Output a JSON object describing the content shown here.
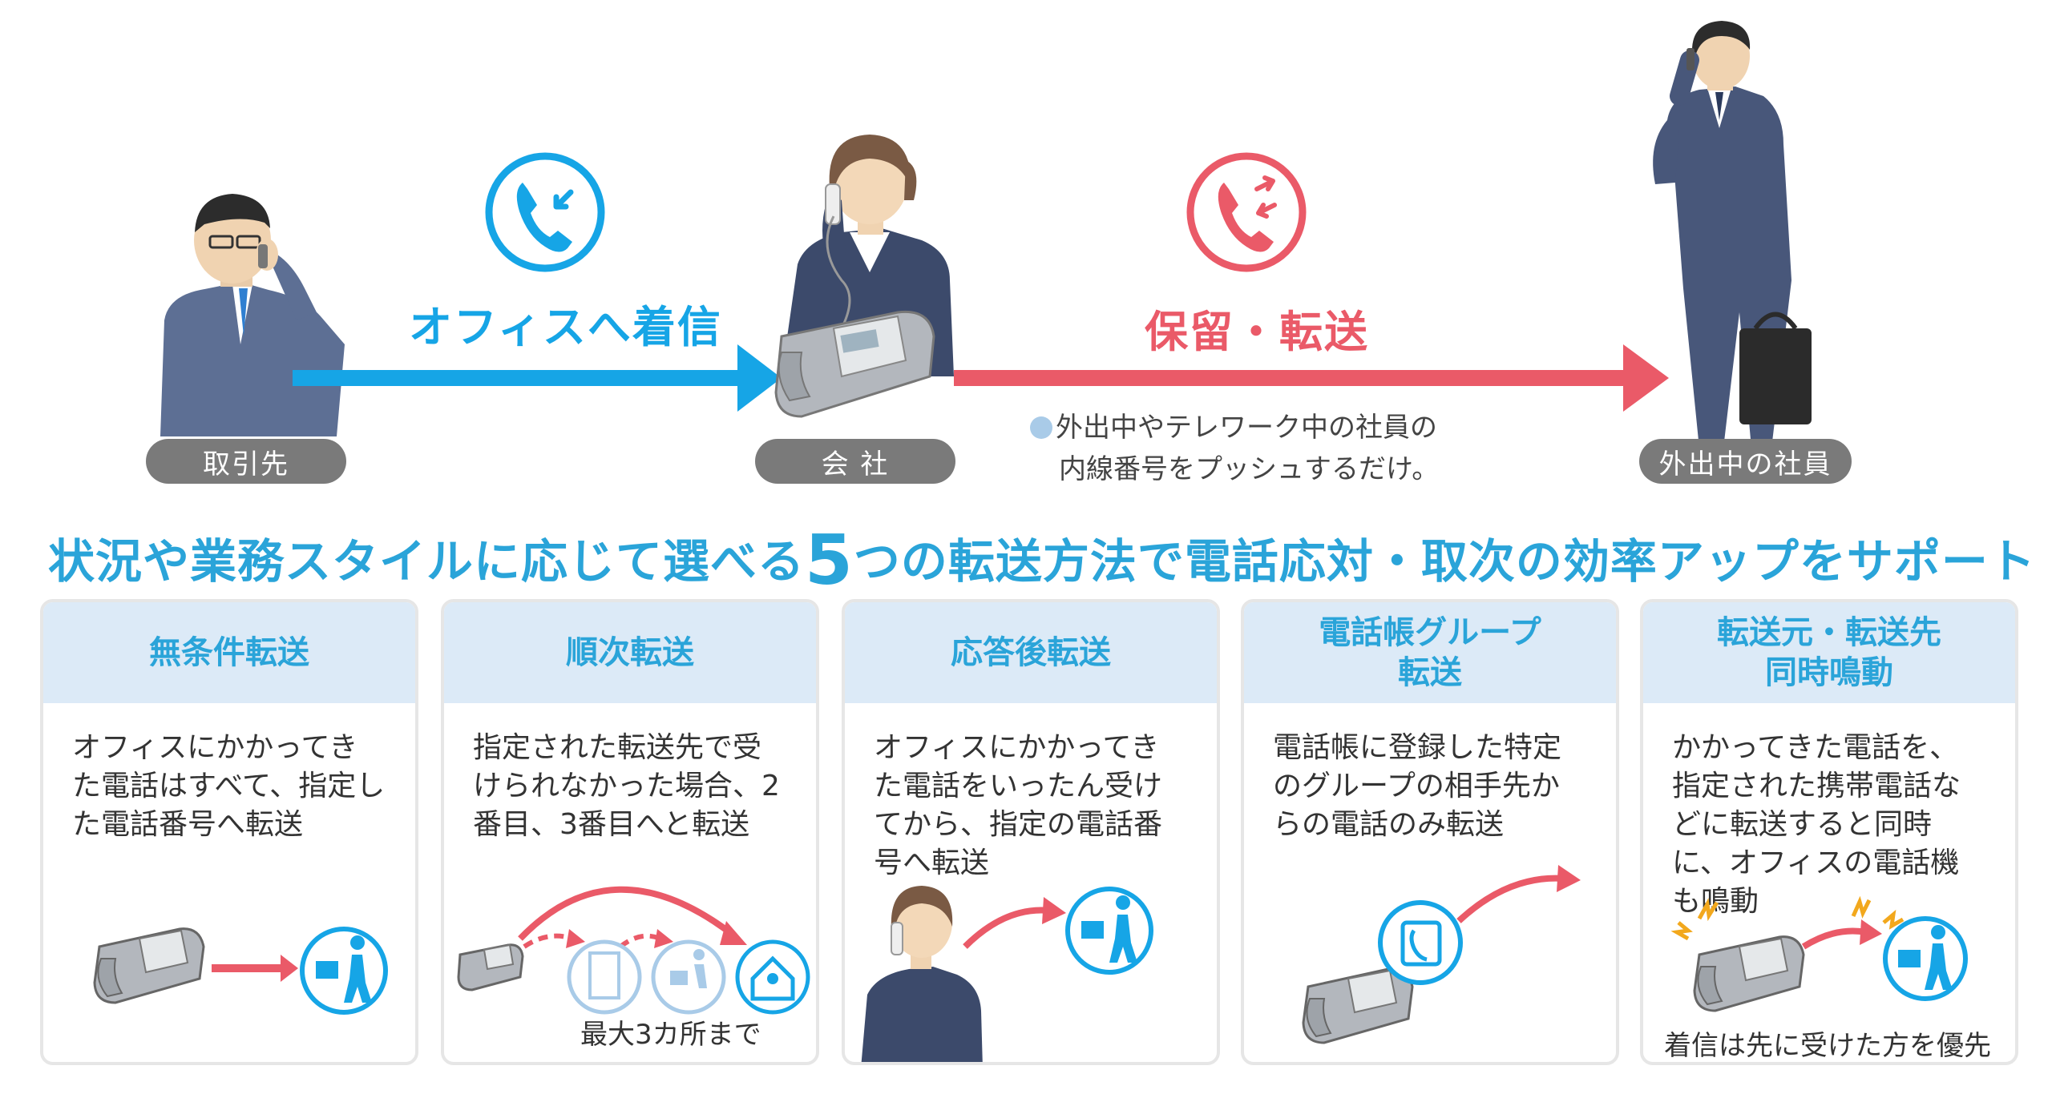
{
  "flow": {
    "step1_label": "取引先",
    "step2_label": "会 社",
    "step3_label": "外出中の社員",
    "arrow1_label": "オフィスへ着信",
    "arrow2_label": "保留・転送",
    "note_line1": "外出中やテレワーク中の社員の",
    "note_line2": "内線番号をプッシュするだけ。"
  },
  "headline": {
    "before": "状況や業務スタイルに応じて選べる",
    "number": "5",
    "after": "つの転送方法で電話応対・取次の効率アップをサポート"
  },
  "cards": [
    {
      "title": "無条件転送",
      "text": "オフィスにかかってきた電話はすべて、指定した電話番号へ転送",
      "caption": ""
    },
    {
      "title": "順次転送",
      "text": "指定された転送先で受けられなかった場合、2番目、3番目へと転送",
      "caption": "最大3カ所まで"
    },
    {
      "title": "応答後転送",
      "text": "オフィスにかかってきた電話をいったん受けてから、指定の電話番号へ転送",
      "caption": ""
    },
    {
      "title": "電話帳グループ\n転送",
      "text": "電話帳に登録した特定のグループの相手先からの電話のみ転送",
      "caption": ""
    },
    {
      "title": "転送元・転送先\n同時鳴動",
      "text": "かかってきた電話を、指定された携帯電話などに転送すると同時に、オフィスの電話機も鳴動",
      "caption": "着信は先に受けた方を優先"
    }
  ],
  "colors": {
    "blue": "#16a5e6",
    "red": "#ea5a68",
    "card_head": "#dceaf7",
    "headline": "#2aa4d9",
    "pill": "#7a7a7a"
  }
}
